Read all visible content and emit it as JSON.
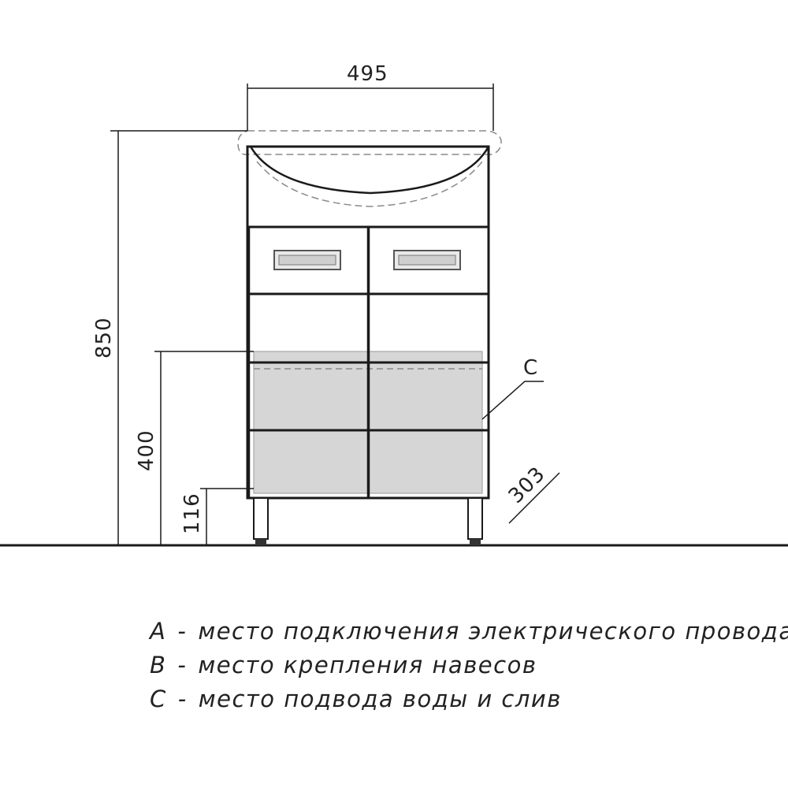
{
  "dimensions": {
    "width": "495",
    "total_height": "850",
    "water_zone_height": "400",
    "leg_height": "116",
    "depth": "303"
  },
  "zone_marker": "C",
  "legend": [
    {
      "letter": "A",
      "dash": "-",
      "text": "место подключения электрического провода"
    },
    {
      "letter": "B",
      "dash": "-",
      "text": "место крепления навесов"
    },
    {
      "letter": "C",
      "dash": "-",
      "text": "место подвода воды и слив"
    }
  ],
  "colors": {
    "line": "#1a1a1a",
    "zone_fill": "#d6d6d6",
    "handle_fill": "#cfcfcf"
  }
}
